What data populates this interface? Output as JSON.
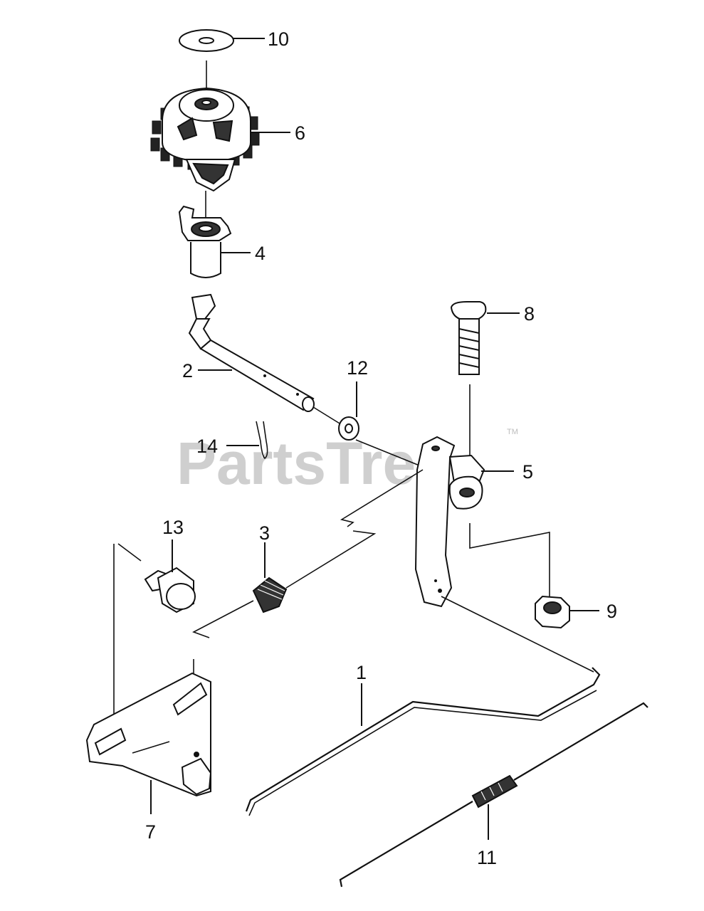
{
  "watermark": {
    "text": "PartsTree",
    "tm": "TM"
  },
  "callouts": {
    "p1": "1",
    "p2": "2",
    "p3": "3",
    "p4": "4",
    "p5": "5",
    "p6": "6",
    "p7": "7",
    "p8": "8",
    "p9": "9",
    "p10": "10",
    "p11": "11",
    "p12": "12",
    "p13": "13",
    "p14": "14"
  }
}
